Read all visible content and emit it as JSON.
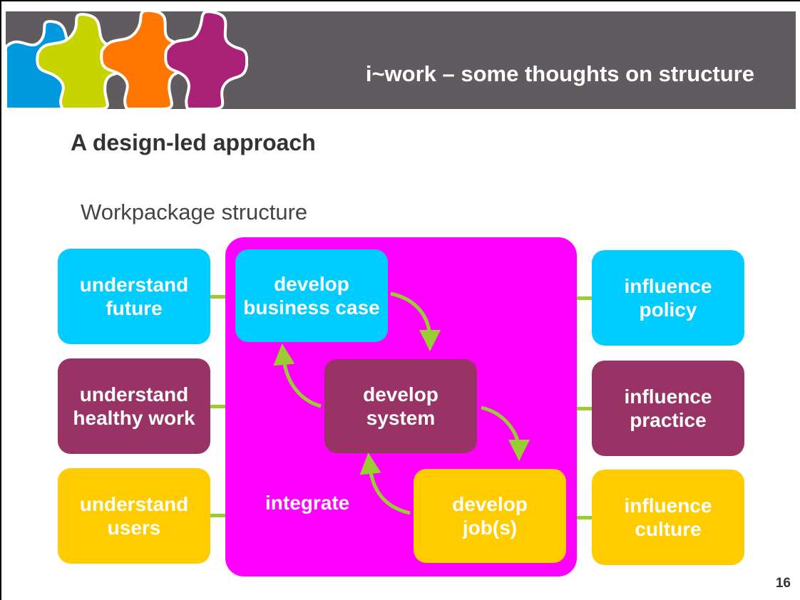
{
  "header": {
    "title": "i~work – some thoughts on structure",
    "logo_icon": "puzzle-pieces-icon"
  },
  "heading": "A design-led approach",
  "subheading": "Workpackage structure",
  "center": {
    "label": "integrate",
    "boxes": [
      {
        "text": "develop\nbusiness case",
        "color": "cyan"
      },
      {
        "text": "develop\nsystem",
        "color": "plum"
      },
      {
        "text": "develop\njob(s)",
        "color": "gold"
      }
    ]
  },
  "left_boxes": [
    {
      "text": "understand\nfuture",
      "color": "cyan"
    },
    {
      "text": "understand\nhealthy work",
      "color": "plum"
    },
    {
      "text": "understand\nusers",
      "color": "gold"
    }
  ],
  "right_boxes": [
    {
      "text": "influence\npolicy",
      "color": "cyan"
    },
    {
      "text": "influence\npractice",
      "color": "plum"
    },
    {
      "text": "influence\nculture",
      "color": "gold"
    }
  ],
  "colors": {
    "cyan": "#00ccff",
    "plum": "#993366",
    "gold": "#ffcc00",
    "magenta": "#ff00ff",
    "arrow_green": "#9acd32",
    "header_grey": "#5f5b5e"
  },
  "page_number": "16"
}
